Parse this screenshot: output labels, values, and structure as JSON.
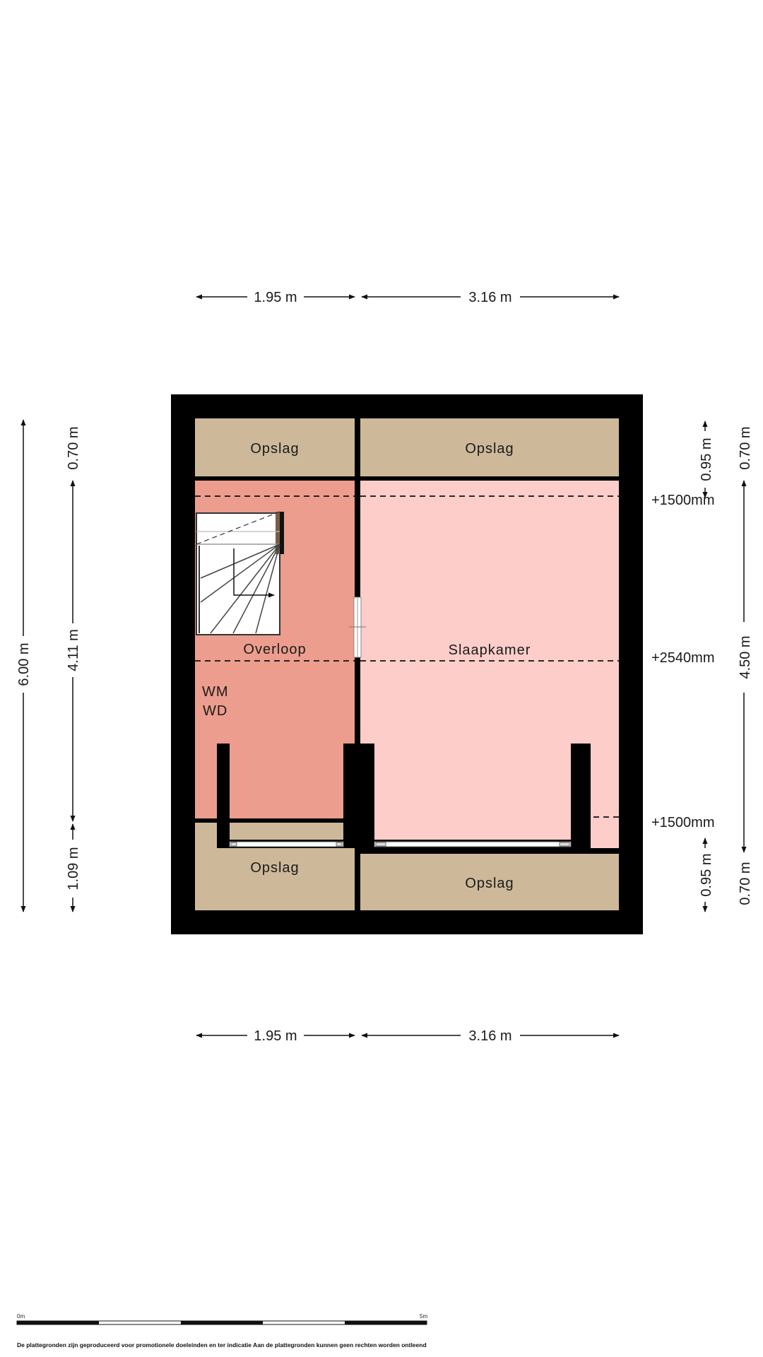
{
  "rooms": {
    "storage_top_left": "Opslag",
    "storage_top_right": "Opslag",
    "landing": "Overloop",
    "bedroom": "Slaapkamer",
    "storage_bottom_left": "Opslag",
    "storage_bottom_right": "Opslag",
    "washer": "WM",
    "dryer": "WD"
  },
  "dimensions": {
    "top_left": "1.95 m",
    "top_right": "3.16 m",
    "bottom_left": "1.95 m",
    "bottom_right": "3.16 m",
    "total_height": "6.00 m",
    "left_storage_top": "0.70 m",
    "left_middle": "4.11 m",
    "left_storage_bottom": "1.09 m",
    "right_inner_top": "0.95 m",
    "right_inner_bottom": "0.95 m",
    "right_outer_top": "0.70 m",
    "right_middle": "4.50 m",
    "right_outer_bottom": "0.70 m"
  },
  "levels": {
    "upper": "+1500mm",
    "ridge": "+2540mm",
    "lower": "+1500mm"
  },
  "scale": {
    "start": "0m",
    "end": "5m"
  },
  "disclaimer": "De plattegronden zijn geproduceerd voor promotionele doeleinden en ter indicatie Aan de plattegronden kunnen geen rechten worden ontleend",
  "colors": {
    "wall": "#000000",
    "storage": "#cdb99a",
    "landing": "#ec9d8e",
    "bedroom": "#fccdc9"
  }
}
